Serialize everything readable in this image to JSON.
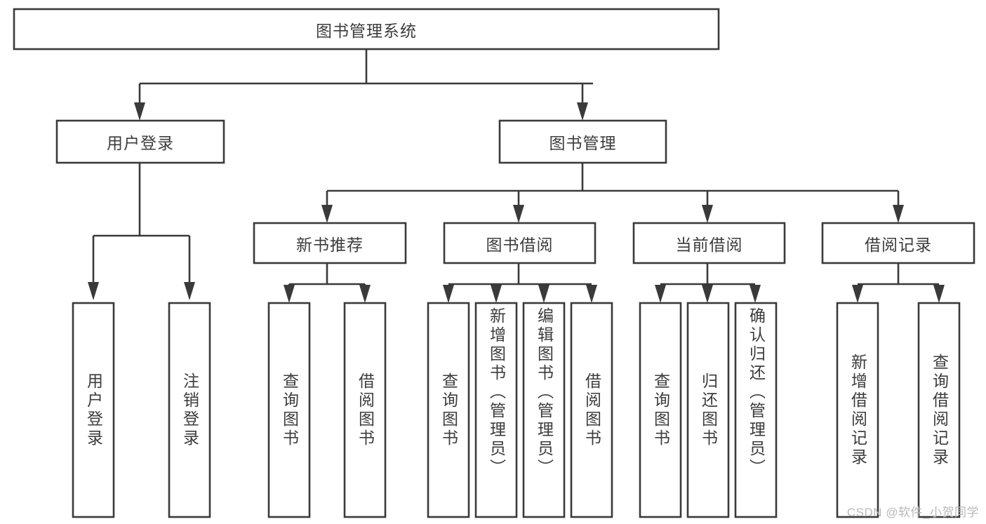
{
  "diagram": {
    "type": "tree",
    "title": "图书管理系统",
    "watermark": "CSDN @软件_小贺同学",
    "colors": {
      "stroke": "#3a3a3a",
      "text": "#3c3c3c",
      "background": "#ffffff",
      "watermark": "#b8b8b8"
    },
    "nodes": {
      "root": {
        "label": "图书管理系统"
      },
      "level2": [
        {
          "label": "用户登录"
        },
        {
          "label": "图书管理"
        }
      ],
      "level3": [
        {
          "label": "新书推荐"
        },
        {
          "label": "图书借阅"
        },
        {
          "label": "当前借阅"
        },
        {
          "label": "借阅记录"
        }
      ],
      "leaves_user_login": [
        {
          "label": "用户登录"
        },
        {
          "label": "注销登录"
        }
      ],
      "leaves_new_books": [
        {
          "label": "查询图书"
        },
        {
          "label": "借阅图书"
        }
      ],
      "leaves_borrow": [
        {
          "label": "查询图书"
        },
        {
          "label": "新增图书（管理员）"
        },
        {
          "label": "编辑图书（管理员）"
        },
        {
          "label": "借阅图书"
        }
      ],
      "leaves_current": [
        {
          "label": "查询图书"
        },
        {
          "label": "归还图书"
        },
        {
          "label": "确认归还（管理员）"
        }
      ],
      "leaves_records": [
        {
          "label": "新增借阅记录"
        },
        {
          "label": "查询借阅记录"
        }
      ]
    }
  }
}
